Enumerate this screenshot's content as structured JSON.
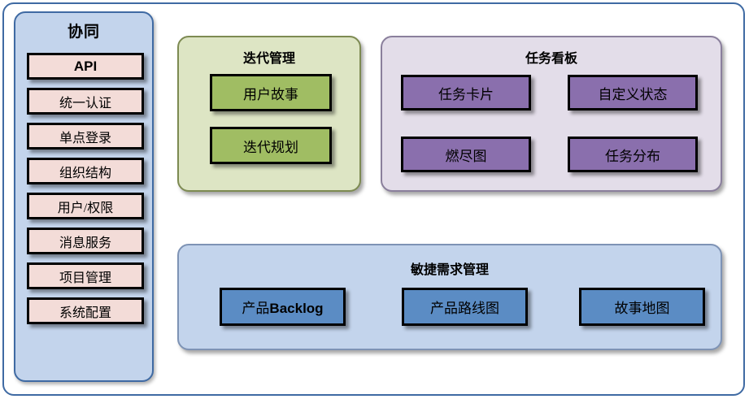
{
  "theme": {
    "frame_border": "#3f6aa3",
    "sidebar_bg": "#c3d4ec",
    "sidebar_node_bg": "#f3dcd8",
    "iteration_bg": "#dde5c4",
    "iteration_node_bg": "#a0bd63",
    "taskboard_bg": "#e3dde9",
    "taskboard_node_bg": "#8a6fad",
    "agile_bg": "#c3d4ec",
    "agile_node_bg": "#5b8cc4",
    "node_border": "#000000"
  },
  "sidebar": {
    "title": "协同",
    "items": [
      {
        "label": "API"
      },
      {
        "label": "统一认证"
      },
      {
        "label": "单点登录"
      },
      {
        "label": "组织结构"
      },
      {
        "label": "用户/权限"
      },
      {
        "label": "消息服务"
      },
      {
        "label": "项目管理"
      },
      {
        "label": "系统配置"
      }
    ]
  },
  "iteration": {
    "title": "迭代管理",
    "nodes": [
      {
        "label": "用户故事"
      },
      {
        "label": "迭代规划"
      }
    ]
  },
  "taskboard": {
    "title": "任务看板",
    "nodes": [
      {
        "label": "任务卡片"
      },
      {
        "label": "自定义状态"
      },
      {
        "label": "燃尽图"
      },
      {
        "label": "任务分布"
      }
    ]
  },
  "agile": {
    "title": "敏捷需求管理",
    "nodes": [
      {
        "label": "产品Backlog",
        "prefix": "产品",
        "emphasis": "Backlog"
      },
      {
        "label": "产品路线图"
      },
      {
        "label": "故事地图"
      }
    ]
  }
}
